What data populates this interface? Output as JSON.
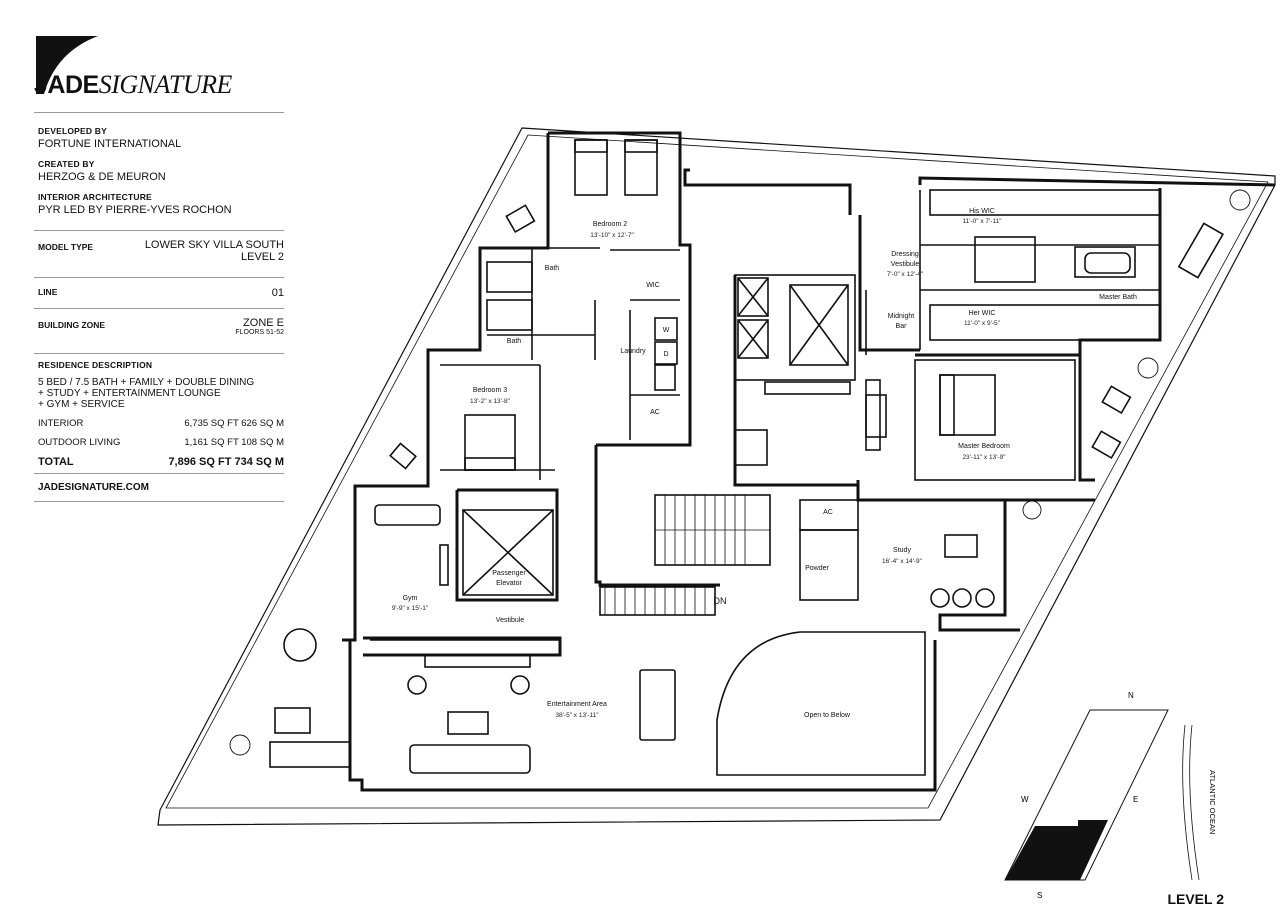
{
  "brand": {
    "bold": "JADE",
    "italic": "SIGNATURE"
  },
  "developer": {
    "label": "DEVELOPED BY",
    "value": "FORTUNE INTERNATIONAL"
  },
  "creator": {
    "label": "CREATED BY",
    "value": "HERZOG & DE MEURON"
  },
  "interior": {
    "label": "INTERIOR ARCHITECTURE",
    "value": "PYR LED BY PIERRE-YVES ROCHON"
  },
  "model": {
    "label": "MODEL TYPE",
    "value_line1": "LOWER SKY VILLA SOUTH",
    "value_line2": "LEVEL 2"
  },
  "line": {
    "label": "LINE",
    "value": "01"
  },
  "zone": {
    "label": "BUILDING ZONE",
    "value": "ZONE E",
    "floors": "FLOORS 51-52"
  },
  "residence": {
    "label": "RESIDENCE DESCRIPTION",
    "desc1": "5 BED / 7.5 BATH + FAMILY + DOUBLE DINING",
    "desc2": "+ STUDY + ENTERTAINMENT LOUNGE",
    "desc3": "+ GYM + SERVICE",
    "interior_label": "INTERIOR",
    "interior_value": "6,735 SQ FT 626 SQ M",
    "outdoor_label": "OUTDOOR LIVING",
    "outdoor_value": "1,161 SQ FT 108 SQ M",
    "total_label": "TOTAL",
    "total_value": "7,896 SQ FT 734 SQ M"
  },
  "website": "JADESIGNATURE.COM",
  "rooms": {
    "bedroom2": {
      "name": "Bedroom 2",
      "dims": "13'-10\" x 12'-7\""
    },
    "bath_a": "Bath",
    "wic": "WIC",
    "bath_b": "Bath",
    "laundry": "Laundry",
    "washer": "W",
    "dryer": "D",
    "ac_service": "AC",
    "bedroom3": {
      "name": "Bedroom 3",
      "dims": "13'-2\" x 13'-8\""
    },
    "gym": {
      "name": "Gym",
      "dims": "9'-9\" x 15'-1\""
    },
    "elevator": {
      "line1": "Passenger",
      "line2": "Elevator"
    },
    "vestibule": "Vestibule",
    "entertainment": {
      "name": "Entertainment Area",
      "dims": "38'-5\" x 13'-11\""
    },
    "open_below": "Open to Below",
    "dn": "DN",
    "ac_study": "AC",
    "powder": "Powder",
    "study": {
      "name": "Study",
      "dims": "16'-4\" x 14'-9\""
    },
    "dressing": {
      "line1": "Dressing",
      "line2": "Vestibule",
      "dims": "7'-0\" x 12'-4\""
    },
    "midnight_bar": {
      "line1": "Midnight",
      "line2": "Bar"
    },
    "his_wic": {
      "name": "His WIC",
      "dims": "11'-0\" x 7'-11\""
    },
    "her_wic": {
      "name": "Her WIC",
      "dims": "11'-0\" x 9'-5\""
    },
    "master_bath": "Master Bath",
    "master_bedroom": {
      "name": "Master Bedroom",
      "dims": "23'-11\" x 13'-9\""
    }
  },
  "compass": {
    "n": "N",
    "s": "S",
    "e": "E",
    "w": "W",
    "ocean": "ATLANTIC OCEAN"
  },
  "level": "LEVEL 2"
}
